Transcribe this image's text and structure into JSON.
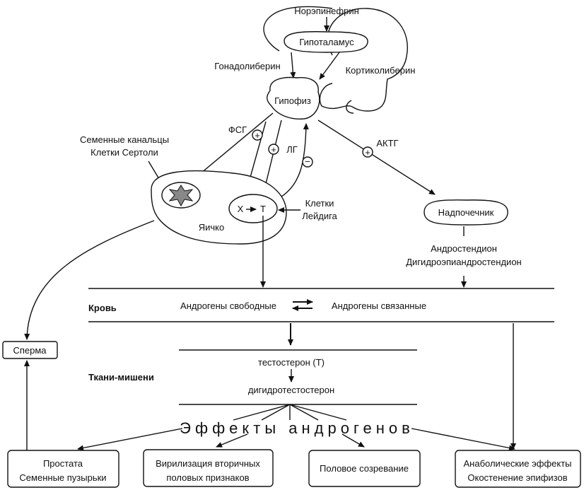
{
  "nodes": {
    "norepinephrine": "Норэпинефрин",
    "hypothalamus": "Гипоталамус",
    "gonadoliberin": "Гонадолиберин",
    "corticoliberin": "Кортиколиберин",
    "pituitary": "Гипофиз",
    "fsh": "ФСГ",
    "lh": "ЛГ",
    "acth": "АКТГ",
    "tubules_line1": "Семенные канальцы",
    "tubules_line2": "Клетки Сертоли",
    "testis": "Яичко",
    "x_label": "Х",
    "t_label": "Т",
    "leydig_line1": "Клетки",
    "leydig_line2": "Лейдига",
    "adrenal": "Надпочечник",
    "adrenal_out1": "Андростендион",
    "adrenal_out2": "Дигидроэпиандростендион",
    "blood": "Кровь",
    "androgens_free": "Андрогены свободные",
    "androgens_bound": "Андрогены связанные",
    "sperm": "Сперма",
    "target_tissues": "Ткани-мишени",
    "testosterone": "тестостерон (Т)",
    "dht": "дигидротестостерон",
    "effects": "Эффекты андрогенов",
    "plus": "+",
    "minus": "−"
  },
  "outputs": {
    "prostate_line1": "Простата",
    "prostate_line2": "Семенные пузырьки",
    "virilization_line1": "Вирилизация вторичных",
    "virilization_line2": "половых признаков",
    "puberty": "Половое созревание",
    "anabolic_line1": "Анаболические эффекты",
    "anabolic_line2": "Окостенение эпифизов"
  }
}
